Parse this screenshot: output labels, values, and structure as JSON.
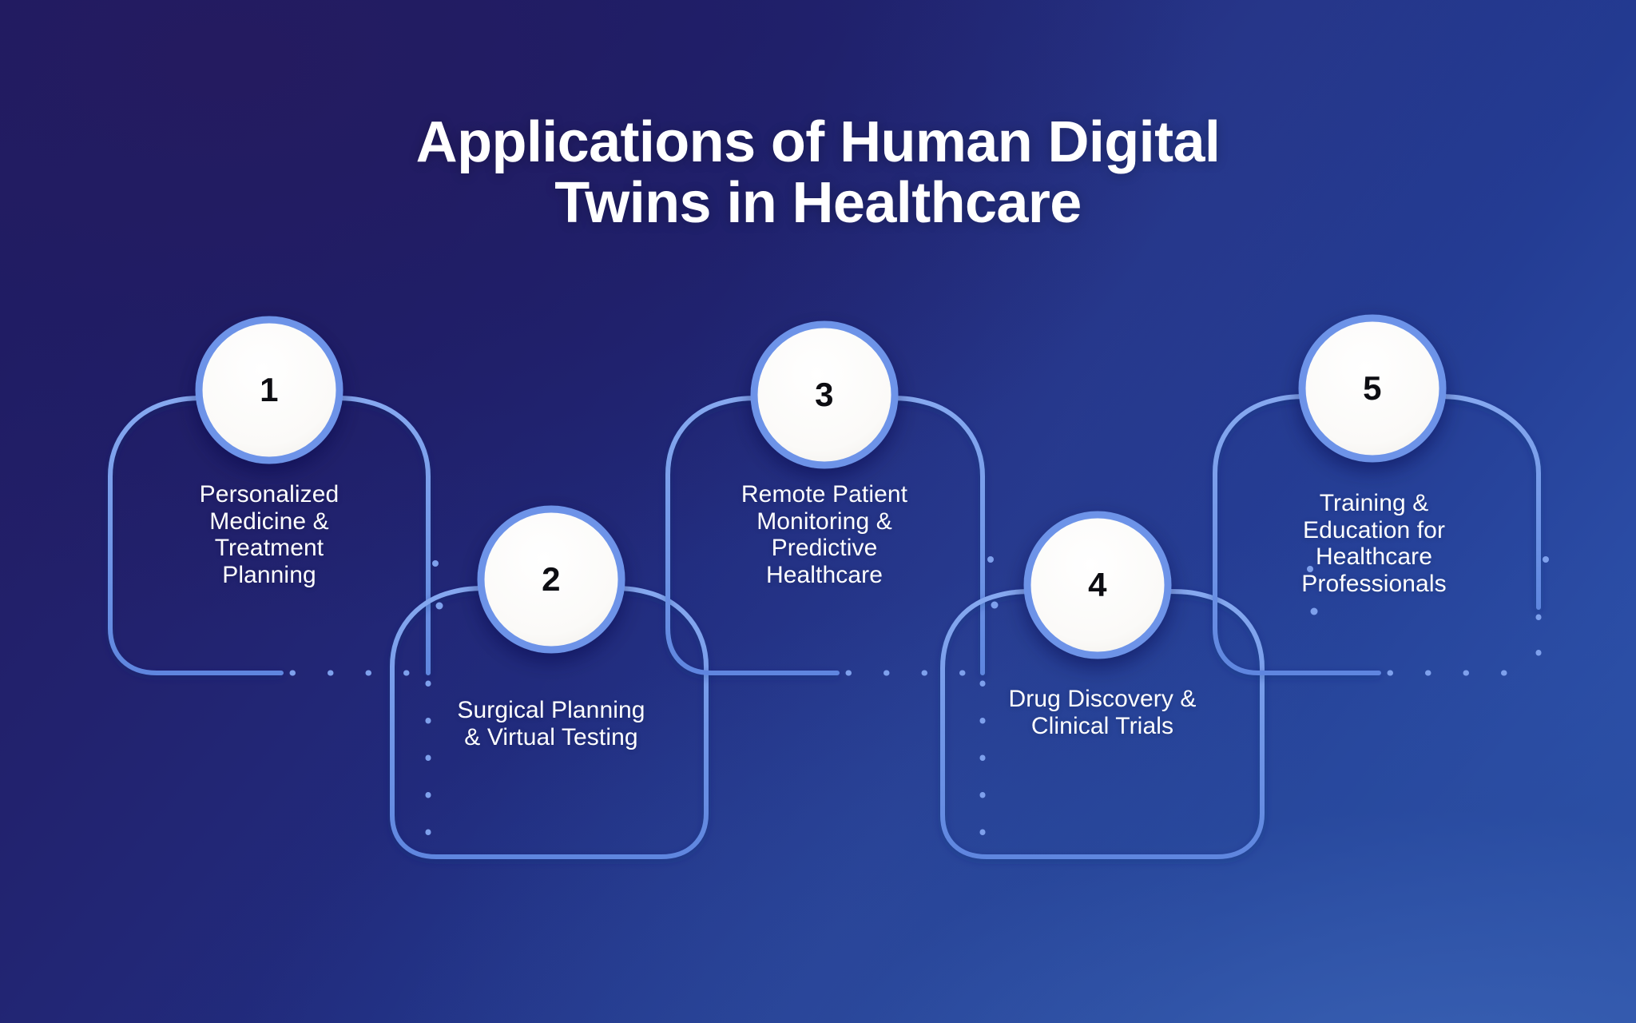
{
  "page": {
    "title_line1": "Applications of Human Digital",
    "title_line2": "Twins in Healthcare",
    "title_full": "Applications of Human Digital Twins in Healthcare"
  },
  "theme": {
    "background_dark": "#241a5e",
    "background_light": "#3159b4",
    "accent_line": "#6d93e8",
    "circle_fill": "#fbfbfb",
    "circle_border": "#6d93e8",
    "number_color": "#0d0d12",
    "text_color": "#ffffff"
  },
  "items": [
    {
      "number": "1",
      "label": "Personalized\nMedicine &\nTreatment\nPlanning",
      "label_plain": "Personalized Medicine & Treatment Planning",
      "row": "top"
    },
    {
      "number": "2",
      "label": "Surgical Planning\n& Virtual Testing",
      "label_plain": "Surgical Planning & Virtual Testing",
      "row": "bottom"
    },
    {
      "number": "3",
      "label": "Remote Patient\nMonitoring &\nPredictive\nHealthcare",
      "label_plain": "Remote Patient Monitoring & Predictive Healthcare",
      "row": "top"
    },
    {
      "number": "4",
      "label": "Drug Discovery &\nClinical Trials",
      "label_plain": "Drug Discovery & Clinical Trials",
      "row": "bottom"
    },
    {
      "number": "5",
      "label": "Training &\nEducation for\nHealthcare\nProfessionals",
      "label_plain": "Training & Education for Healthcare Professionals",
      "row": "top"
    }
  ]
}
